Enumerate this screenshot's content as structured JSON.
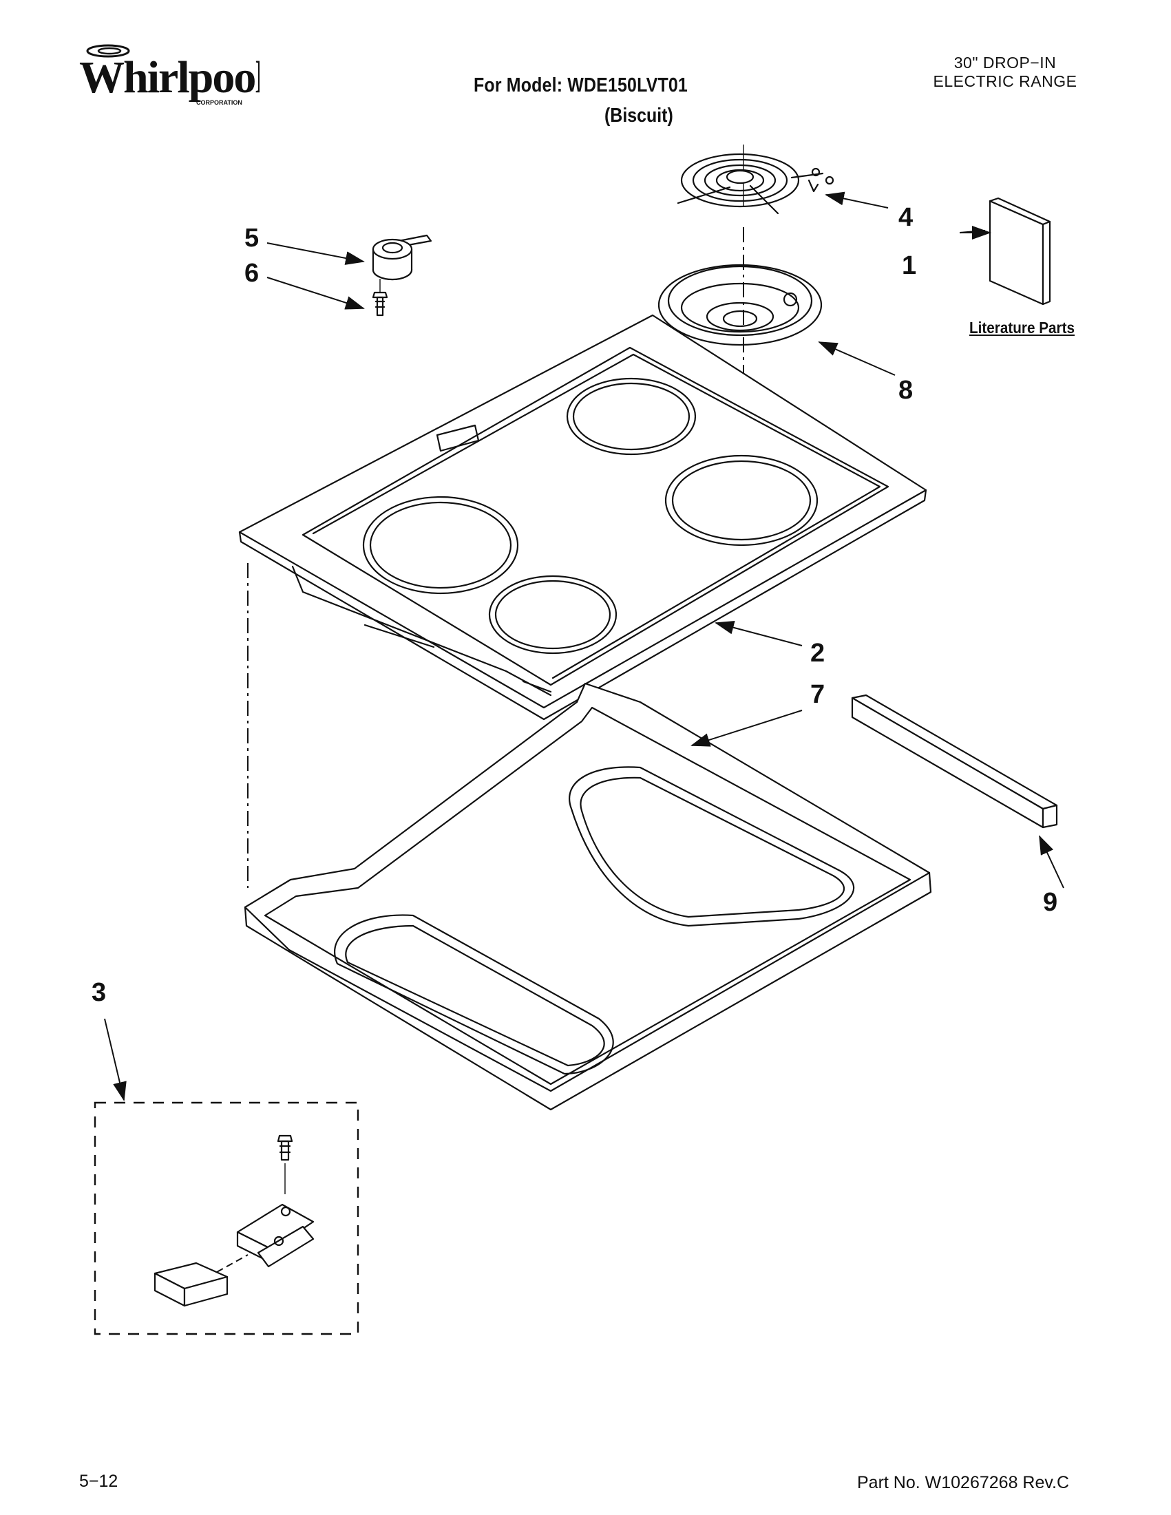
{
  "header": {
    "brand": "Whirlpool",
    "brand_sub": "CORPORATION",
    "model_line": "For Model: WDE150LVT01",
    "variant": "(Biscuit)",
    "product_line1": "30\" DROP−IN",
    "product_line2": "ELECTRIC RANGE"
  },
  "diagram": {
    "literature_label": "Literature Parts",
    "callouts": [
      "1",
      "2",
      "3",
      "4",
      "5",
      "6",
      "7",
      "8",
      "9"
    ]
  },
  "footer": {
    "page": "5−12",
    "part_no": "Part No. W10267268 Rev.C"
  }
}
